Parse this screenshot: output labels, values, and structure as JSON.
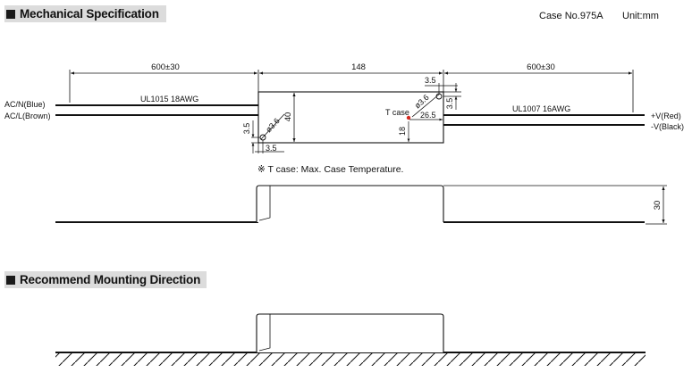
{
  "sections": {
    "mechanical": {
      "title": "Mechanical Specification"
    },
    "mounting": {
      "title": "Recommend Mounting Direction"
    }
  },
  "case_no": "Case No.975A",
  "unit": "Unit:mm",
  "dimensions": {
    "left_lead": "600±30",
    "body_length": "148",
    "right_lead": "600±30",
    "hole_offset_x": "3.5",
    "hole_offset_y": "3.5",
    "hole_dia": "3.6",
    "body_height": "40",
    "tcase_x": "26.5",
    "tcase_y": "18",
    "thickness": "30"
  },
  "wires": {
    "ac_n": "AC/N(Blue)",
    "ac_l": "AC/L(Brown)",
    "left_cable": "UL1015 18AWG",
    "right_cable": "UL1007 16AWG",
    "v_pos": "+V(Red)",
    "v_neg": "-V(Black)"
  },
  "tcase_label": "T case",
  "tcase_note": "※ T case: Max. Case Temperature.",
  "colors": {
    "tcase_dot": "#d6281e",
    "header_bg": "#dcdcdc"
  }
}
